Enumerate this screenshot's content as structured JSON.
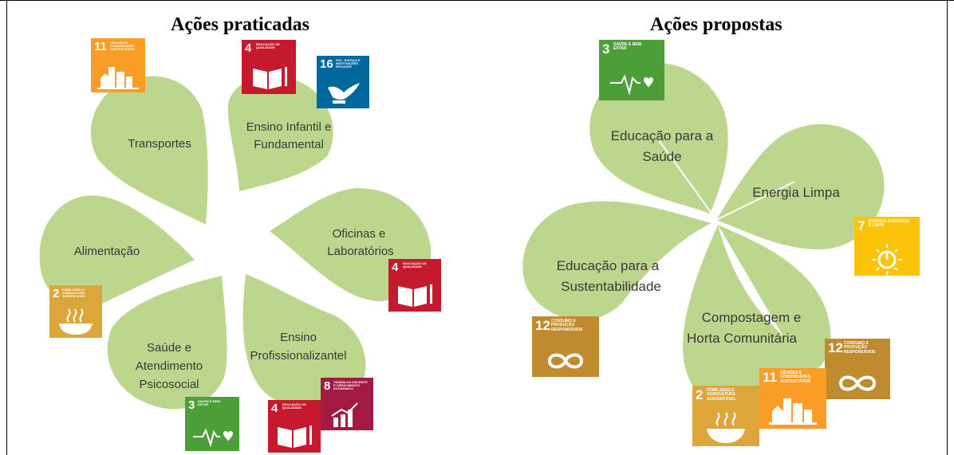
{
  "left_panel": {
    "title": "Ações praticadas",
    "petals": [
      {
        "label": "Transportes"
      },
      {
        "label": "Ensino Infantil e",
        "label2": "Fundamental"
      },
      {
        "label": "Oficinas e",
        "label2": "Laboratórios"
      },
      {
        "label": "Ensino",
        "label2": "Profissionalizantel"
      },
      {
        "label": "Saúde e",
        "label2": "Atendimento",
        "label3": "Psicosocial"
      },
      {
        "label": "Alimentação"
      }
    ],
    "sdg_icons": [
      {
        "number": "11",
        "caption": "Cidades e comunidades sustentáveis",
        "color": "#f99d26",
        "icon": "city-icon"
      },
      {
        "number": "4",
        "caption": "Educação de qualidade",
        "color": "#c5192d",
        "icon": "book-icon"
      },
      {
        "number": "16",
        "caption": "Paz, justiça e instituições eficazes",
        "color": "#00689d",
        "icon": "dove-icon"
      },
      {
        "number": "4",
        "caption": "Educação de qualidade",
        "color": "#c5192d",
        "icon": "book-icon"
      },
      {
        "number": "2",
        "caption": "Fome zero e agricultura sustentável",
        "color": "#dda63a",
        "icon": "bowl-icon"
      },
      {
        "number": "3",
        "caption": "Saúde e bem-estar",
        "color": "#4c9f38",
        "icon": "heartbeat-icon"
      },
      {
        "number": "4",
        "caption": "Educação de qualidade",
        "color": "#c5192d",
        "icon": "book-icon"
      },
      {
        "number": "8",
        "caption": "Trabalho decente e crescimento econômico",
        "color": "#a21942",
        "icon": "growth-chart-icon"
      }
    ]
  },
  "right_panel": {
    "title": "Ações propostas",
    "petals": [
      {
        "label": "Educação para a",
        "label2": "Saúde"
      },
      {
        "label": "Energia Limpa"
      },
      {
        "label": "Educação para a",
        "label2": "Sustentabilidade"
      },
      {
        "label": "Compostagem e",
        "label2": "Horta Comunitária"
      }
    ],
    "sdg_icons": [
      {
        "number": "3",
        "caption": "Saúde e bem-estar",
        "color": "#4c9f38",
        "icon": "heartbeat-icon"
      },
      {
        "number": "7",
        "caption": "Energia acessível e limpa",
        "color": "#fcc30b",
        "icon": "sun-power-icon"
      },
      {
        "number": "12",
        "caption": "Consumo e produção responsáveis",
        "color": "#bf8b2e",
        "icon": "infinity-icon"
      },
      {
        "number": "12",
        "caption": "Consumo e produção responsáveis",
        "color": "#bf8b2e",
        "icon": "infinity-icon"
      },
      {
        "number": "2",
        "caption": "Fome zero e agricultura sustentável",
        "color": "#dda63a",
        "icon": "bowl-icon"
      },
      {
        "number": "11",
        "caption": "Cidades e comunidades sustentáveis",
        "color": "#f99d26",
        "icon": "city-icon"
      }
    ]
  },
  "colors": {
    "petal": "#bdd68d",
    "text": "#3a3a3a"
  }
}
